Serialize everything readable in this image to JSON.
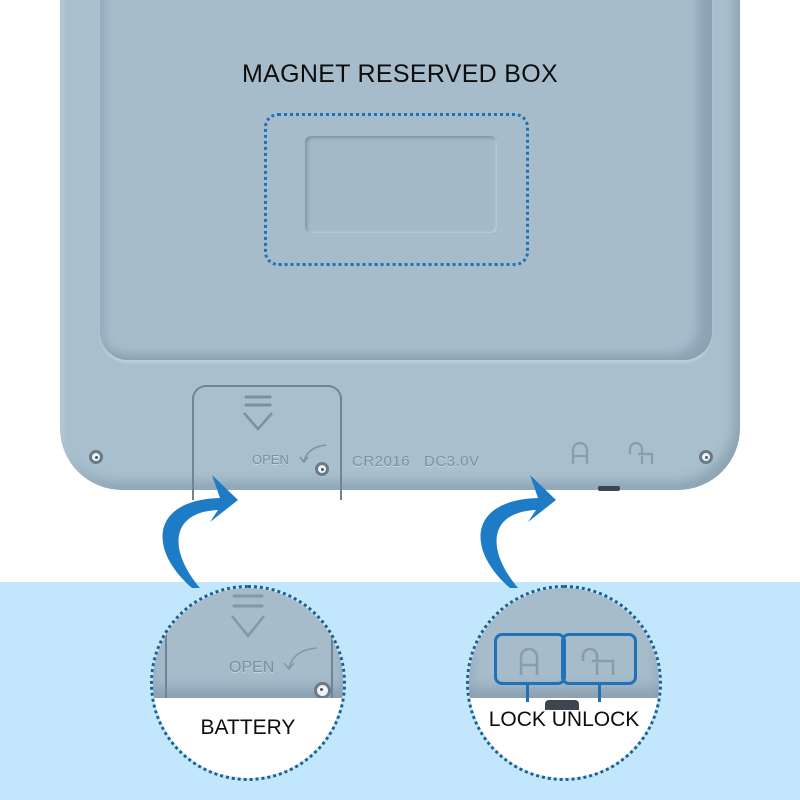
{
  "title": "MAGNET RESERVED BOX",
  "device": {
    "battery_door": {
      "open_label": "OPEN"
    },
    "spec_text": "CR2016   DC3.0V",
    "lock_icon": "lock-closed",
    "unlock_icon": "lock-open"
  },
  "callouts": [
    {
      "id": "battery",
      "label": "BATTERY",
      "detail_open_label": "OPEN"
    },
    {
      "id": "lock",
      "label": "LOCK UNLOCK",
      "sub_labels": [
        "LOCK",
        "UNLOCK"
      ]
    }
  ],
  "colors": {
    "device_body": "#a8bfcd",
    "accent_blue": "#1e73b8",
    "light_band": "#c2e6fb",
    "dotted_outline": "#1f5f8e",
    "text": "#0d0d0d"
  }
}
